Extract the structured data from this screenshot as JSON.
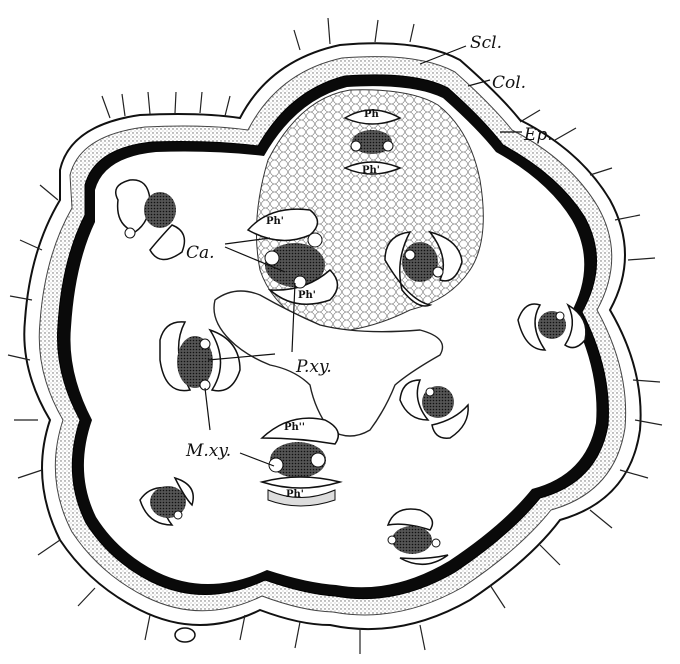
{
  "figure": {
    "labels": {
      "scl": "Scl.",
      "col": "Col.",
      "ep": "Ep.",
      "ca": "Ca.",
      "pxy": "P.xy.",
      "mxy": "M.xy."
    },
    "bundle_labels": {
      "top_outer": "Ph",
      "top_inner": "Ph'",
      "left_upper": "Ph'",
      "left_lower": "Ph'",
      "bottom_upper": "Ph''",
      "bottom_lower": "Ph'"
    },
    "colors": {
      "ink": "#111111",
      "sclerenchyma": "#0a0a0a",
      "stipple": "#555555",
      "paper": "#ffffff"
    }
  }
}
